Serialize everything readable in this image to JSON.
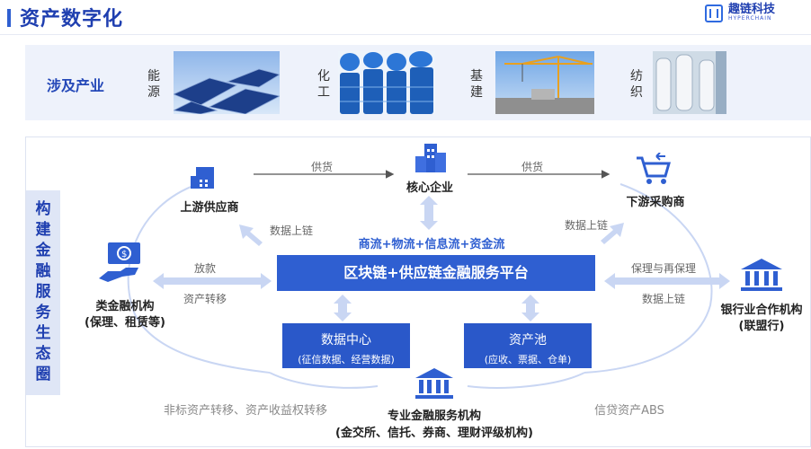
{
  "header": {
    "title": "资产数字化",
    "logo_name": "趣链科技",
    "logo_sub": "HYPERCHAIN"
  },
  "industries": {
    "label": "涉及产业",
    "items": [
      {
        "line1": "能",
        "line2": "源"
      },
      {
        "line1": "化",
        "line2": "工"
      },
      {
        "line1": "基",
        "line2": "建"
      },
      {
        "line1": "纺",
        "line2": "织"
      }
    ]
  },
  "ecosystem": {
    "label": "构建金融服务生态圈",
    "upstream": "上游供应商",
    "core": "核心企业",
    "downstream": "下游采购商",
    "supply_left": "供货",
    "supply_right": "供货",
    "data_chain_left": "数据上链",
    "data_chain_right": "数据上链",
    "flows": "商流+物流+信息流+资金流",
    "platform": "区块链+供应链金融服务平台",
    "loan": "放款",
    "asset_transfer": "资产转移",
    "factoring": "保理与再保理",
    "data_chain_bank": "数据上链",
    "quasi_fin": "类金融机构",
    "quasi_fin_sub": "(保理、租赁等)",
    "bank": "银行业合作机构",
    "bank_sub": "(联盟行)",
    "data_center": "数据中心",
    "data_center_sub": "(征信数据、经营数据)",
    "asset_pool": "资产池",
    "asset_pool_sub": "(应收、票据、仓单)",
    "pro_fin": "专业金融服务机构",
    "pro_fin_sub": "(金交所、信托、券商、理财评级机构)",
    "nonstd": "非标资产转移、资产收益权转移",
    "abs": "信贷资产ABS"
  },
  "colors": {
    "primary": "#2f5fd1",
    "title": "#1f3fb0",
    "arrow": "#c9d6f3"
  },
  "icons": [
    "building-small-icon",
    "office-tower-icon",
    "shopping-cart-icon",
    "money-hand-icon",
    "bank-icon"
  ]
}
